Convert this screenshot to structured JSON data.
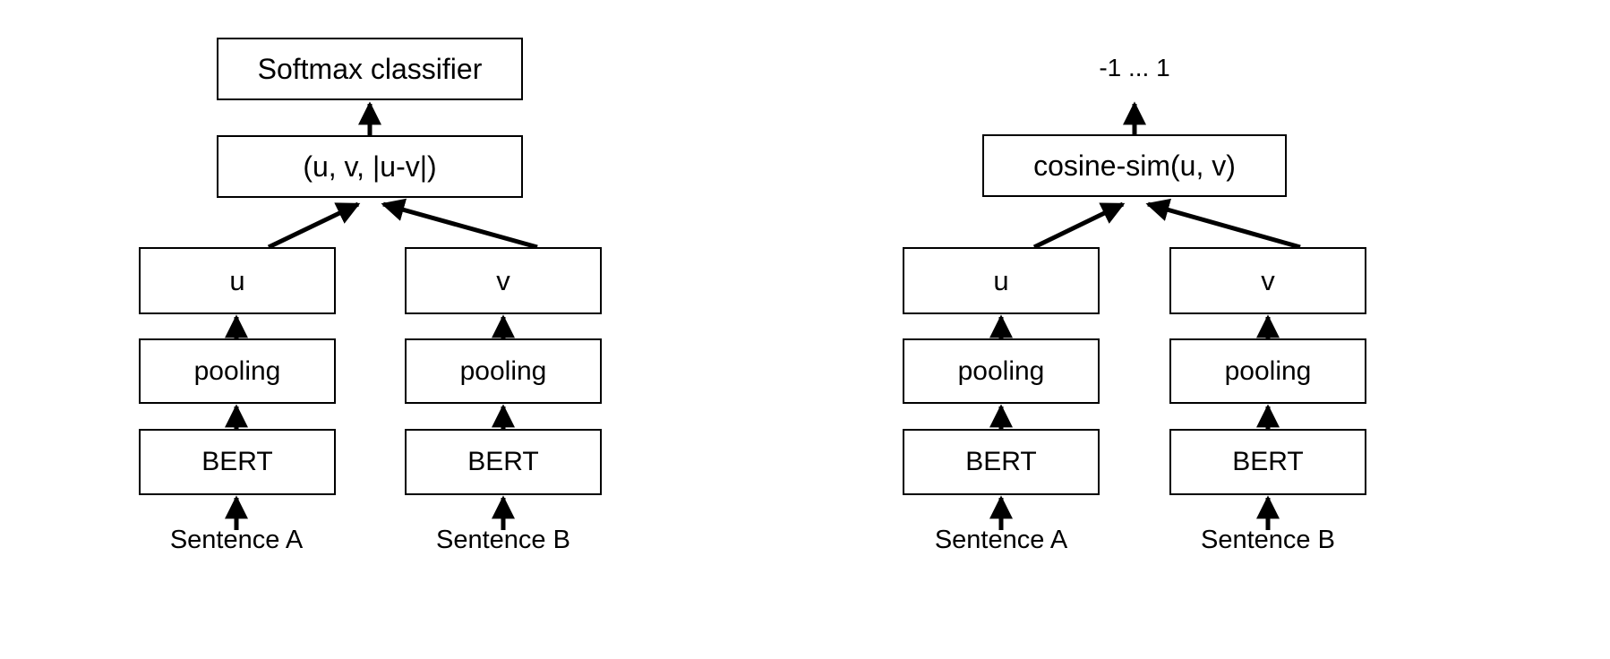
{
  "diagram": {
    "title": "SBERT architecture",
    "ink_color": "#000000",
    "background_color": "#ffffff",
    "panels": [
      {
        "id": "classification",
        "name": "classification-objective",
        "nodes": {
          "top": "Softmax classifier",
          "concat": "(u, v, |u-v|)",
          "left_embedding": "u",
          "right_embedding": "v",
          "left_pooling": "pooling",
          "right_pooling": "pooling",
          "left_encoder": "BERT",
          "right_encoder": "BERT",
          "left_input": "Sentence A",
          "right_input": "Sentence B"
        }
      },
      {
        "id": "regression",
        "name": "regression-objective",
        "nodes": {
          "output_range": "-1 ... 1",
          "score": "cosine-sim(u, v)",
          "left_embedding": "u",
          "right_embedding": "v",
          "left_pooling": "pooling",
          "right_pooling": "pooling",
          "left_encoder": "BERT",
          "right_encoder": "BERT",
          "left_input": "Sentence A",
          "right_input": "Sentence B"
        }
      }
    ]
  }
}
